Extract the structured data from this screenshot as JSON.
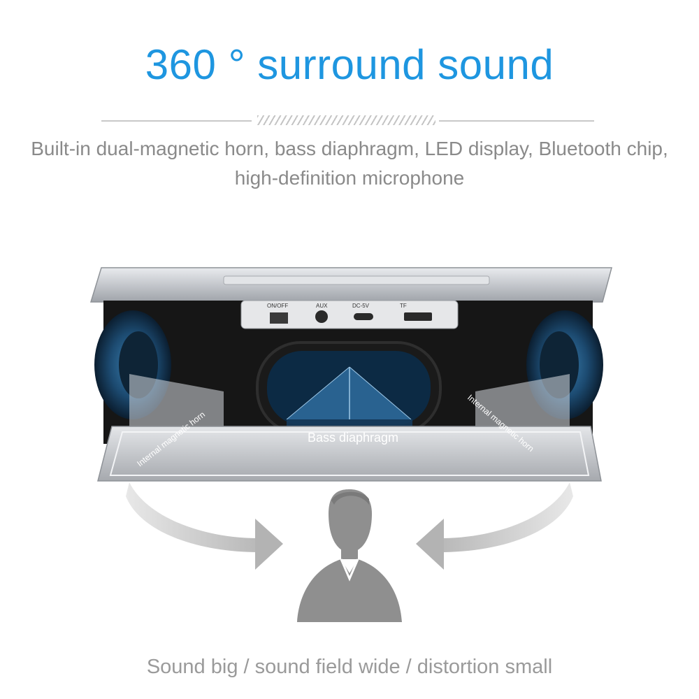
{
  "headline": "360 ° surround sound",
  "subtitle": {
    "line1": "Built-in dual-magnetic horn, bass diaphragm, LED display, Bluetooth chip,",
    "line2": "high-definition microphone"
  },
  "ports": {
    "on_off": "ON/OFF",
    "aux": "AUX",
    "dc": "DC-5V",
    "tf": "TF"
  },
  "labels": {
    "left_horn": "Internal magnetic horn",
    "right_horn": "Internal magnetic horn",
    "bass": "Bass diaphragm"
  },
  "footer": "Sound big / sound field wide / distortion small",
  "colors": {
    "accent": "#1e96e0",
    "subtitle_text": "#8a8a8a",
    "speaker_body": "#c9ccd1",
    "driver_blue": "#1f4f78"
  }
}
